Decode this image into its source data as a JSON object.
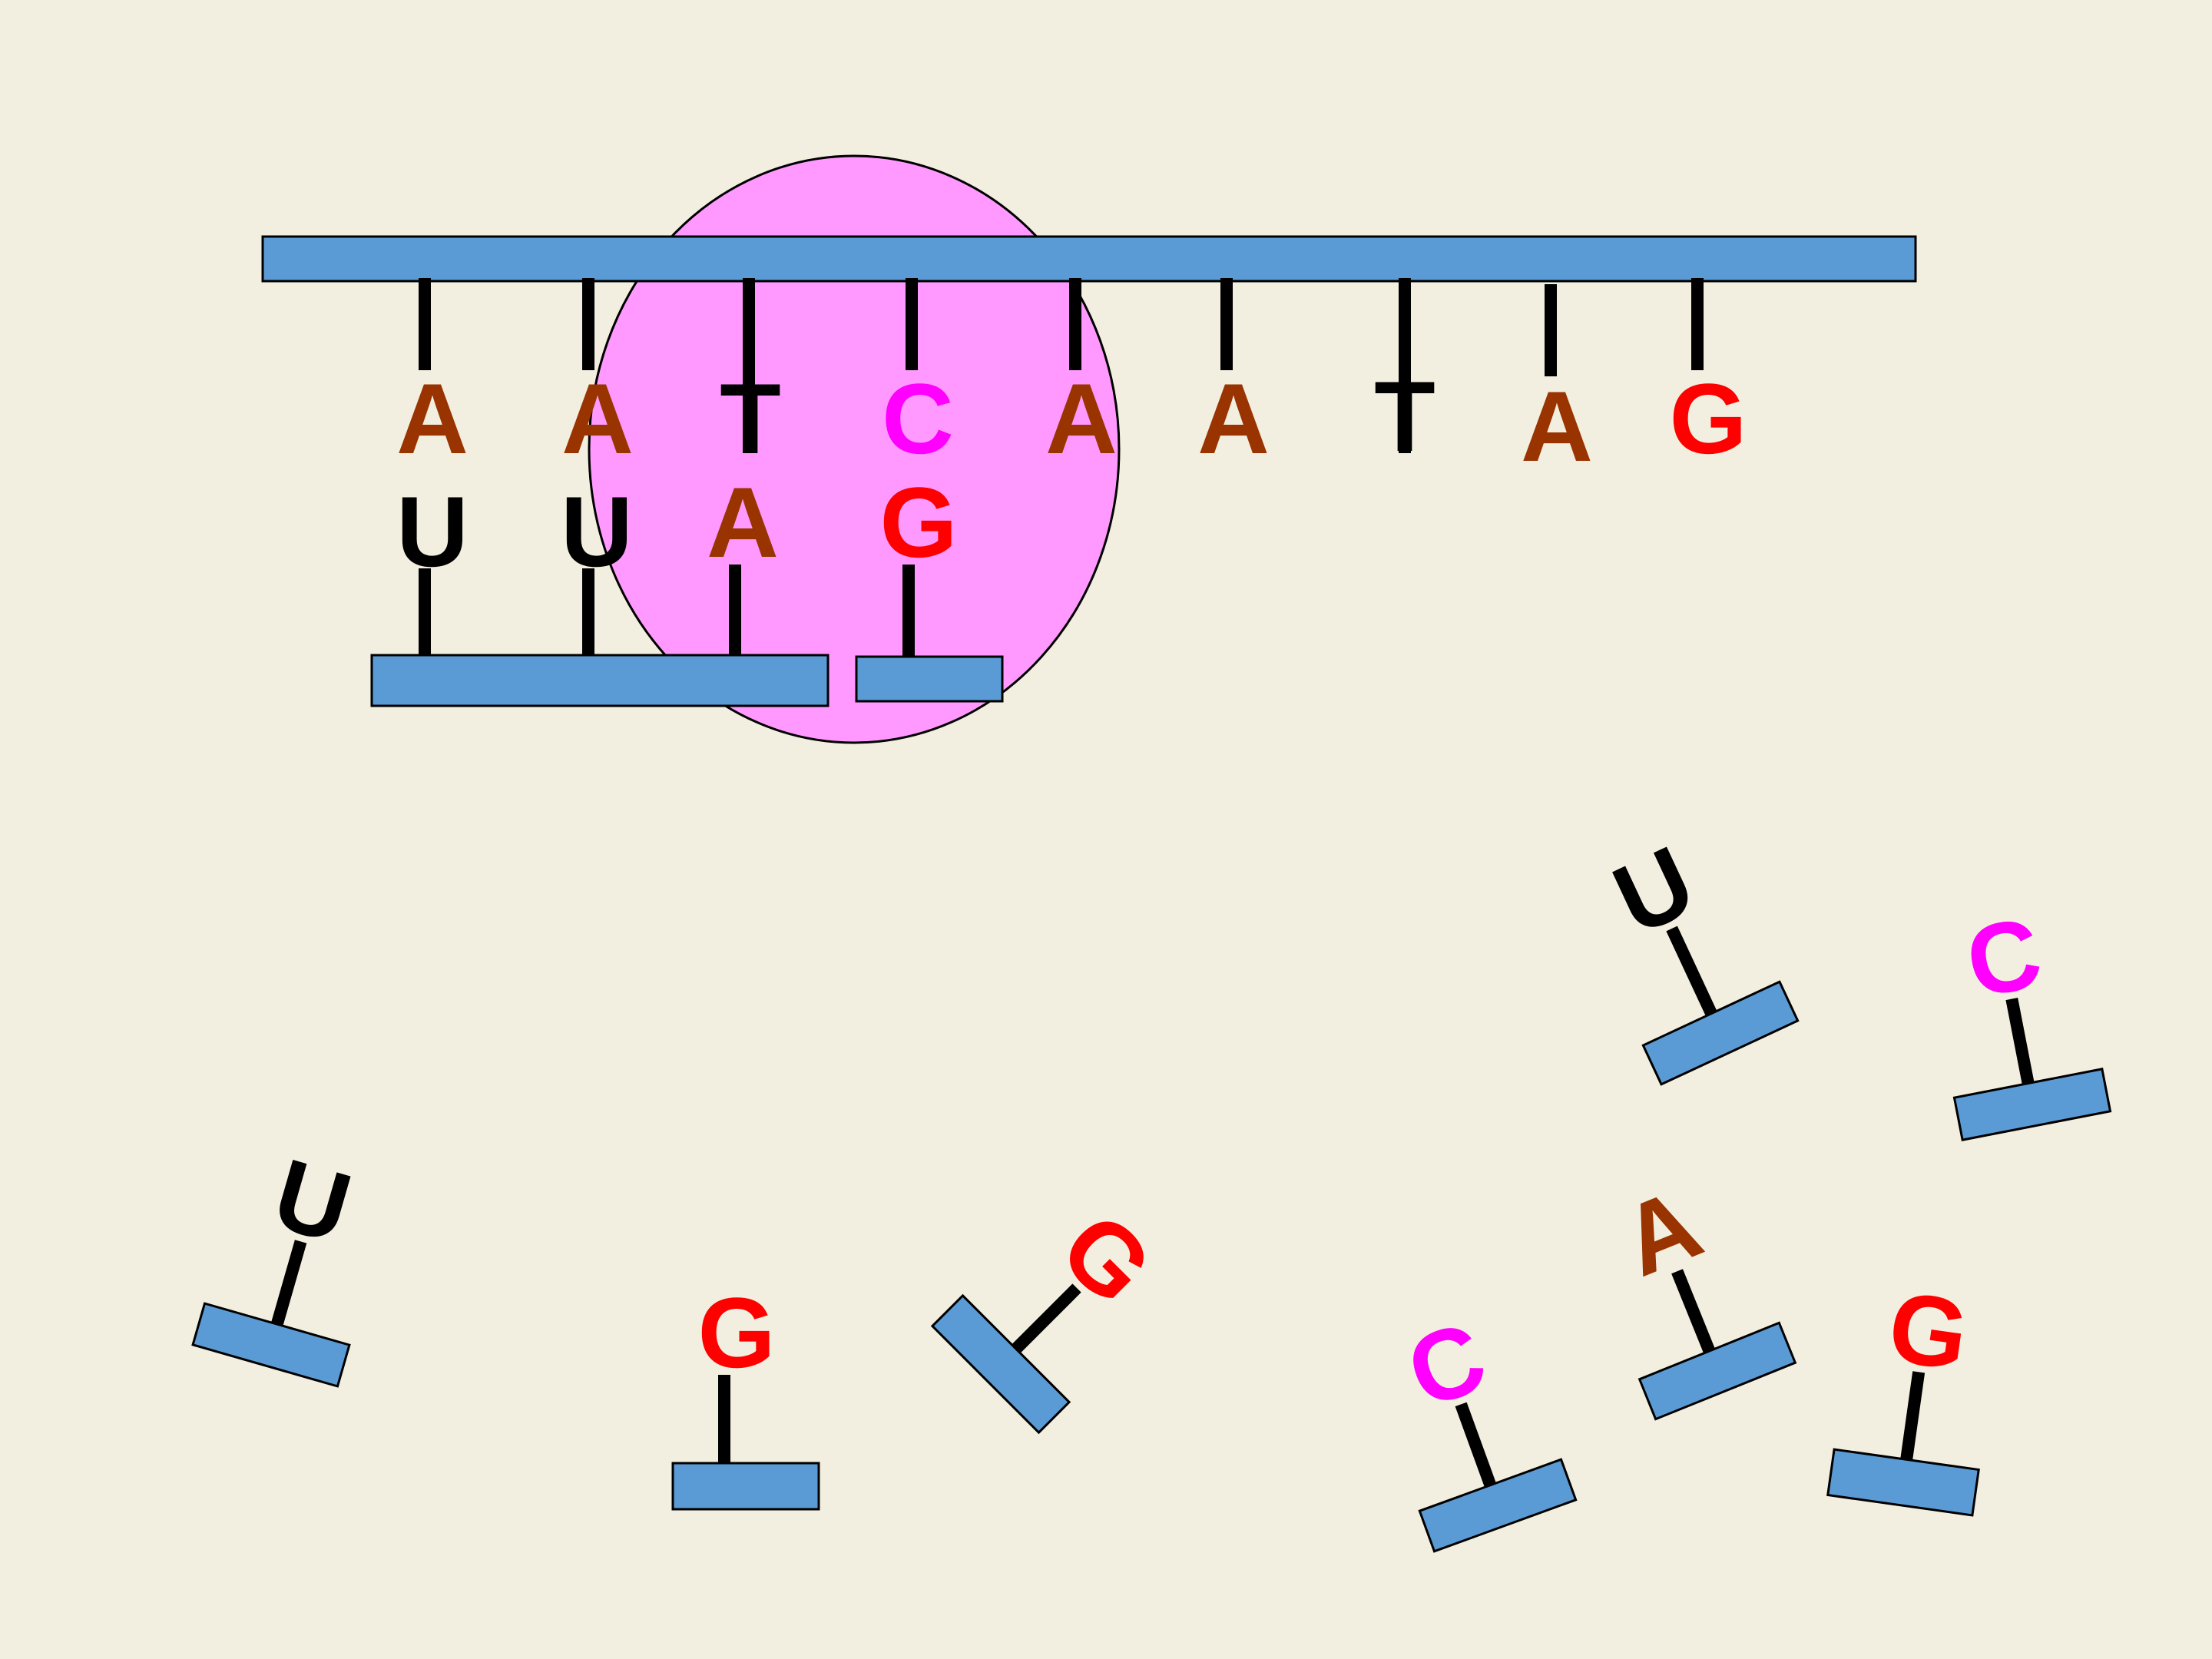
{
  "colors": {
    "background": "#f3efe0",
    "backbone": "#5b9bd5",
    "ribosome": "#ff99ff",
    "bond": "#000000",
    "A": "#993300",
    "T": "#000000",
    "U": "#000000",
    "C": "#ff00ff",
    "G": "#ff0000"
  },
  "dna_template": {
    "bases": [
      "A",
      "A",
      "T",
      "C",
      "A",
      "A",
      "T",
      "A",
      "G"
    ]
  },
  "mrna_strand": {
    "bases": [
      "U",
      "U",
      "A",
      "G"
    ]
  },
  "free_nucleotides": {
    "bases": [
      "U",
      "C",
      "U",
      "G",
      "G",
      "A",
      "C",
      "G"
    ]
  }
}
